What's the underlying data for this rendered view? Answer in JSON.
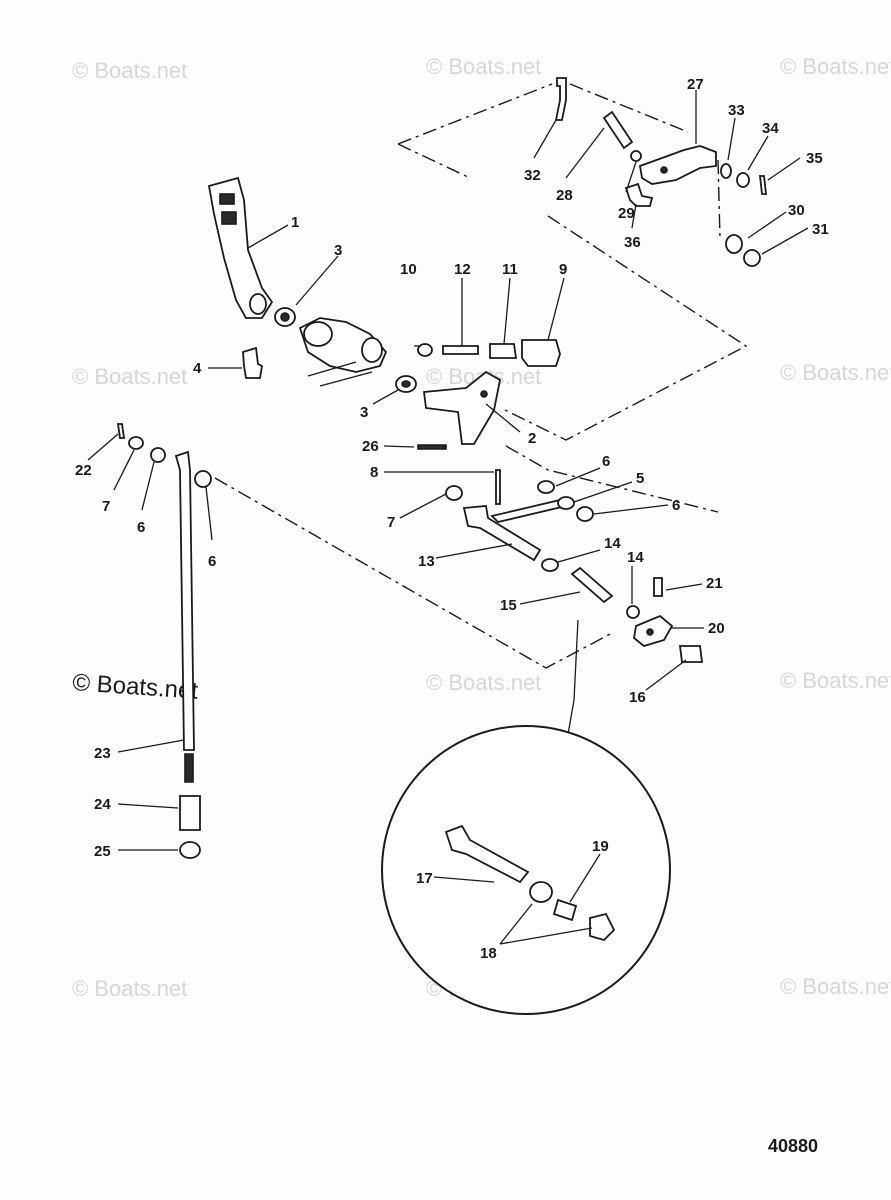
{
  "watermark": {
    "text": "© Boats.net",
    "main_text": "© Boats.net"
  },
  "figure_code": "40880",
  "callouts": {
    "n1": "1",
    "n2": "2",
    "n3a": "3",
    "n3b": "3",
    "n4": "4",
    "n5": "5",
    "n6a": "6",
    "n6b": "6",
    "n6c": "6",
    "n6d": "6",
    "n7a": "7",
    "n7b": "7",
    "n8": "8",
    "n9": "9",
    "n10": "10",
    "n11": "11",
    "n12": "12",
    "n13": "13",
    "n14a": "14",
    "n14b": "14",
    "n15": "15",
    "n16": "16",
    "n17": "17",
    "n18": "18",
    "n19": "19",
    "n20": "20",
    "n21": "21",
    "n22": "22",
    "n23": "23",
    "n24": "24",
    "n25": "25",
    "n26": "26",
    "n27": "27",
    "n28": "28",
    "n29": "29",
    "n30": "30",
    "n31": "31",
    "n32": "32",
    "n33": "33",
    "n34": "34",
    "n35": "35",
    "n36": "36"
  }
}
